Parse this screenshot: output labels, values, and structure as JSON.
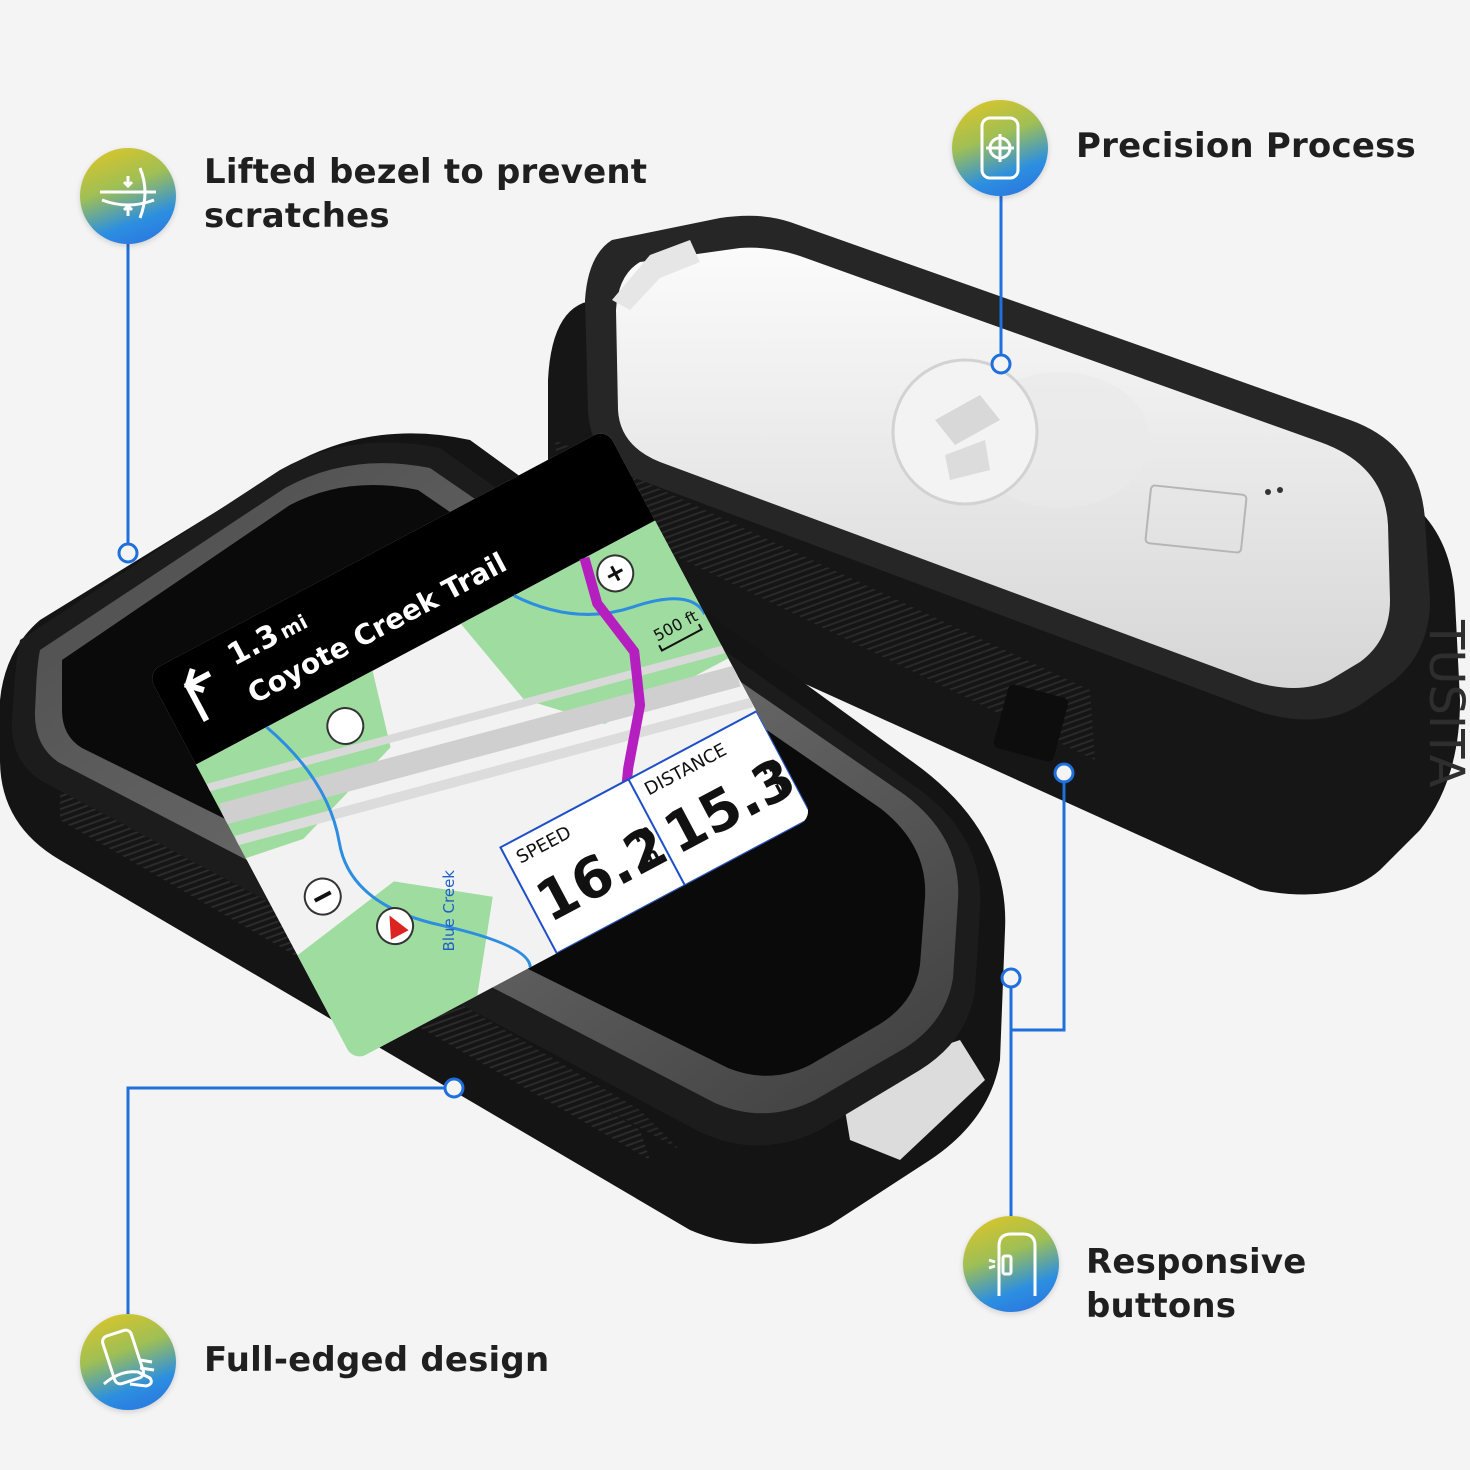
{
  "features": {
    "bezel": {
      "label": "Lifted bezel to prevent scratches",
      "icon": "bezel-layer-icon"
    },
    "precision": {
      "label": "Precision Process",
      "icon": "device-crosshair-icon"
    },
    "buttons": {
      "label": "Responsive buttons",
      "icon": "side-button-icon"
    },
    "edge": {
      "label": "Full-edged design",
      "icon": "hand-holding-device-icon"
    }
  },
  "device_screen": {
    "turn_distance": "1.3",
    "turn_unit": "mi",
    "street": "Coyote Creek Trail",
    "scale": "500 ft",
    "water_label": "Blue Creek",
    "speed_label": "SPEED",
    "speed_value": "16.2",
    "speed_unit_top": "m",
    "speed_unit_bottom": "h",
    "distance_label": "DISTANCE",
    "distance_value": "15.3",
    "distance_unit_top": "m",
    "distance_unit_bottom": "i"
  },
  "case_brand": "TUSITA",
  "colors": {
    "accent_blue": "#1f6fdc",
    "route_magenta": "#b51fbf",
    "map_green": "#9fdc9f",
    "case_black": "#1b1b1b"
  }
}
